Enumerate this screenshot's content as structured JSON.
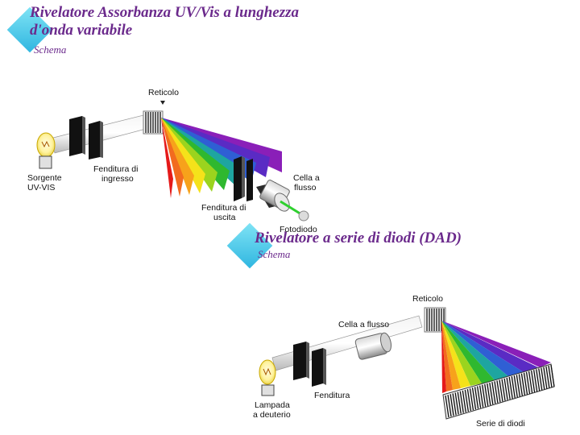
{
  "top": {
    "title_line1": "Rivelatore Assorbanza UV/Vis a lunghezza",
    "title_line2": "d'onda variabile",
    "subtitle": "Schema",
    "labels": {
      "reticolo": "Reticolo",
      "sorgente_1": "Sorgente",
      "sorgente_2": "UV-VIS",
      "fenditura_ingresso_1": "Fenditura di",
      "fenditura_ingresso_2": "ingresso",
      "cella_1": "Cella a",
      "cella_2": "flusso",
      "fenditura_uscita_1": "Fenditura di",
      "fenditura_uscita_2": "uscita",
      "fotodiodo": "Fotodiodo"
    }
  },
  "bottom": {
    "title": "Rivelatore a serie di diodi (DAD)",
    "subtitle": "Schema",
    "labels": {
      "reticolo": "Reticolo",
      "cella": "Cella a flusso",
      "fenditura": "Fenditura",
      "lampada_1": "Lampada",
      "lampada_2": "a deuterio",
      "serie_diodi": "Serie di diodi"
    }
  },
  "colors": {
    "title": "#6b2a8c",
    "spectrum": [
      "#e51a1a",
      "#f26b1f",
      "#f7a21b",
      "#f5e21a",
      "#9bd41e",
      "#2fb82f",
      "#1ea5a0",
      "#2f5fd4",
      "#5a2bc4",
      "#8a1fb8"
    ]
  }
}
